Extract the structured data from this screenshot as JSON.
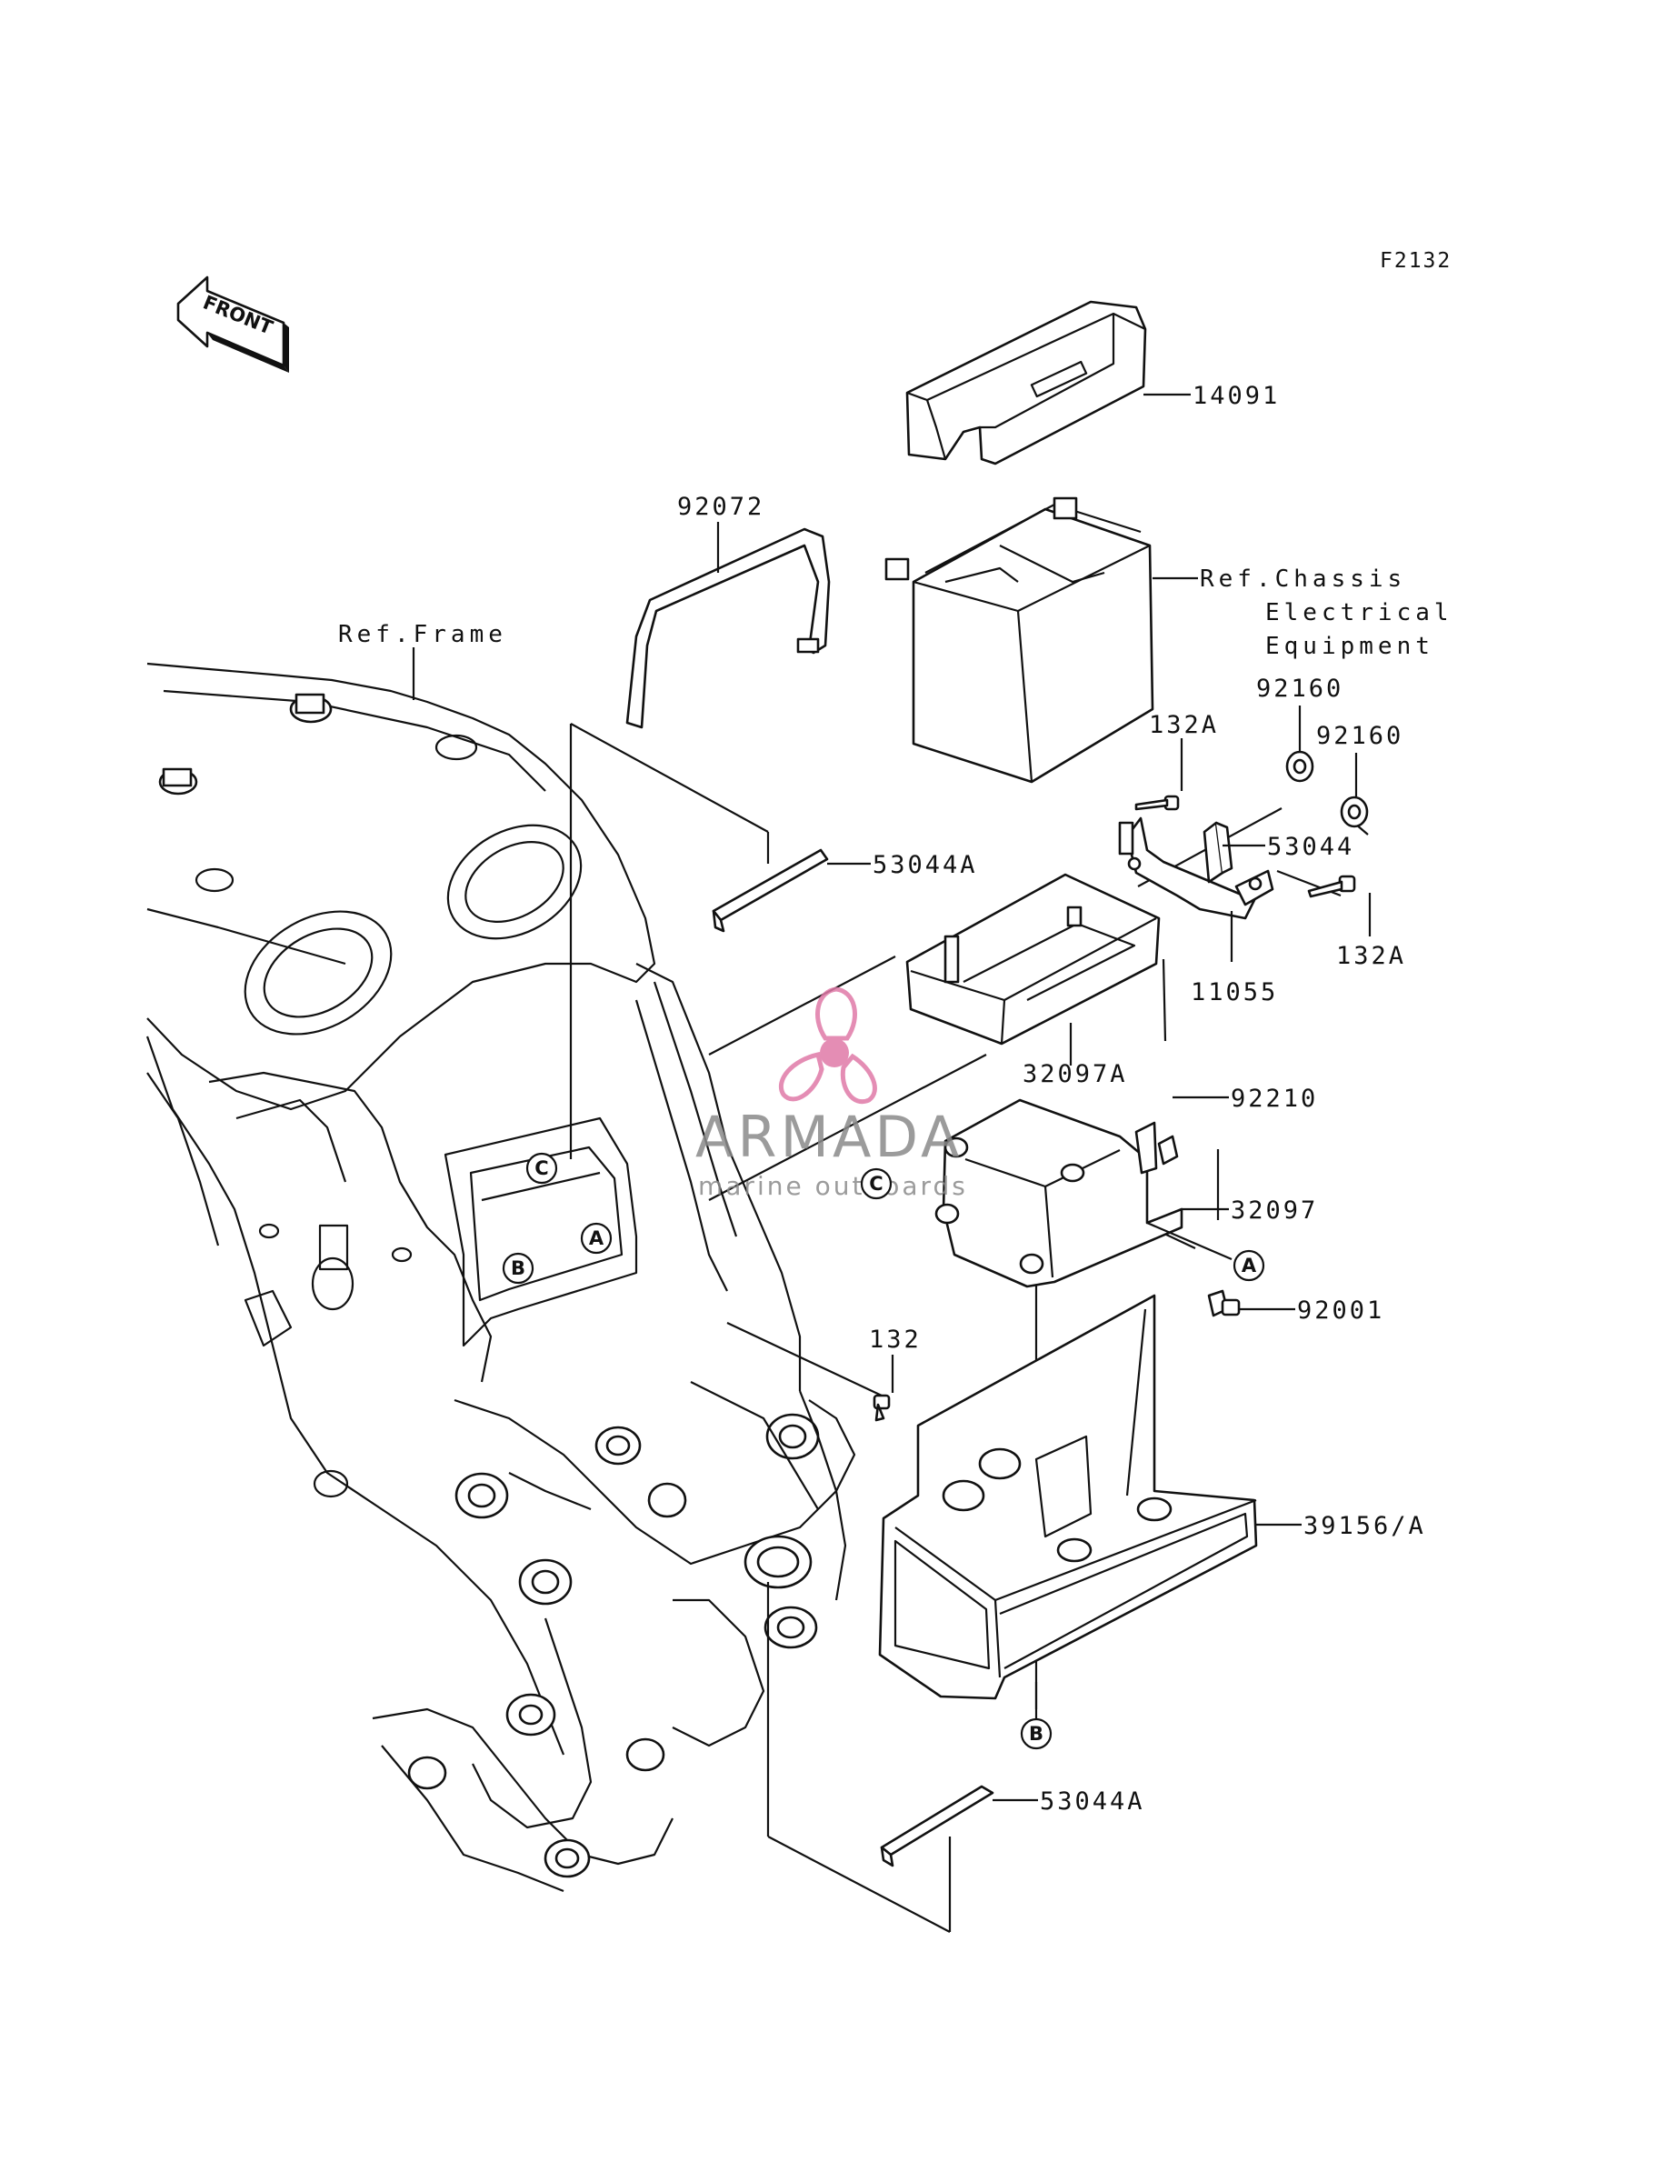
{
  "figure_code": "F2132",
  "front_arrow_label": "FRONT",
  "ref_frame": "Ref.Frame",
  "ref_chassis": [
    "Ref.Chassis",
    "Electrical",
    "Equipment"
  ],
  "callout_letters": {
    "a": "A",
    "b": "B",
    "c": "C"
  },
  "part_labels": {
    "p14091": "14091",
    "p92072": "92072",
    "p92160_1": "92160",
    "p92160_2": "92160",
    "p132a_1": "132A",
    "p132a_2": "132A",
    "p53044": "53044",
    "p53044a_1": "53044A",
    "p53044a_2": "53044A",
    "p11055": "11055",
    "p32097a": "32097A",
    "p92210": "92210",
    "p32097": "32097",
    "p92001": "92001",
    "p132": "132",
    "p39156a": "39156/A"
  },
  "watermark": {
    "brand": "ARMADA",
    "tagline": "marine outboards",
    "color": "#e07aa8"
  }
}
